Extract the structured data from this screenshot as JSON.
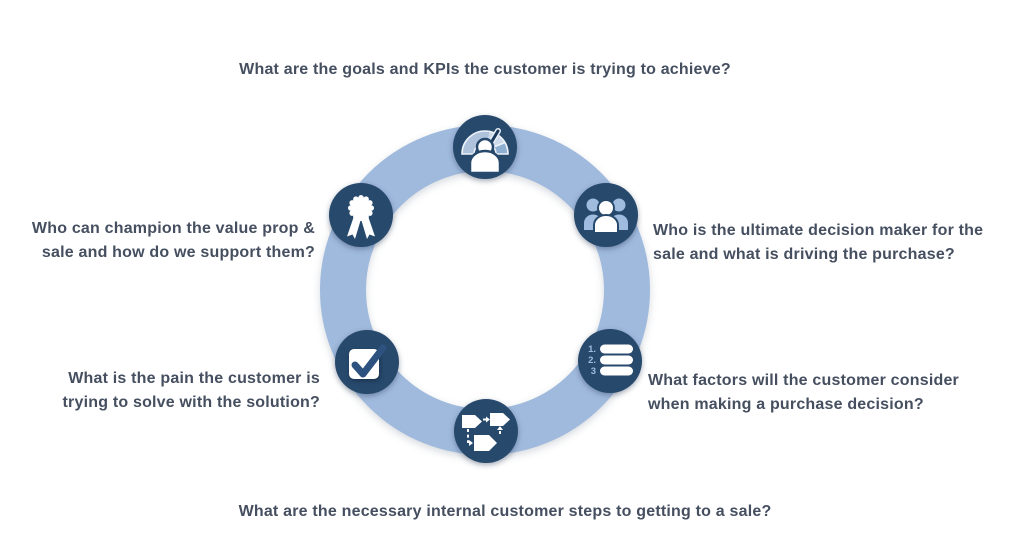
{
  "palette": {
    "background": "#ffffff",
    "ring": "#a0badd",
    "node": "#27496c",
    "icon_light": "#9fbcdf",
    "icon_white": "#ffffff",
    "check": "#2d527f",
    "text": "#454f60"
  },
  "questions": {
    "top": {
      "lines": [
        "What are the goals and KPIs the customer is trying to achieve?"
      ]
    },
    "upper_left": {
      "lines": [
        "Who can champion the value prop &",
        "sale and how do we support them?"
      ]
    },
    "upper_right": {
      "lines": [
        "Who is the ultimate decision maker for the",
        "sale and what is driving the purchase?"
      ]
    },
    "lower_left": {
      "lines": [
        "What is the pain the customer is",
        "trying to solve with the solution?"
      ]
    },
    "lower_right": {
      "lines": [
        "What factors will the customer consider",
        "when making a purchase decision?"
      ]
    },
    "bottom": {
      "lines": [
        "What are the necessary internal customer steps to getting to a sale?"
      ]
    }
  },
  "icons": {
    "list_numbers": [
      "1.",
      "2.",
      "3"
    ]
  }
}
